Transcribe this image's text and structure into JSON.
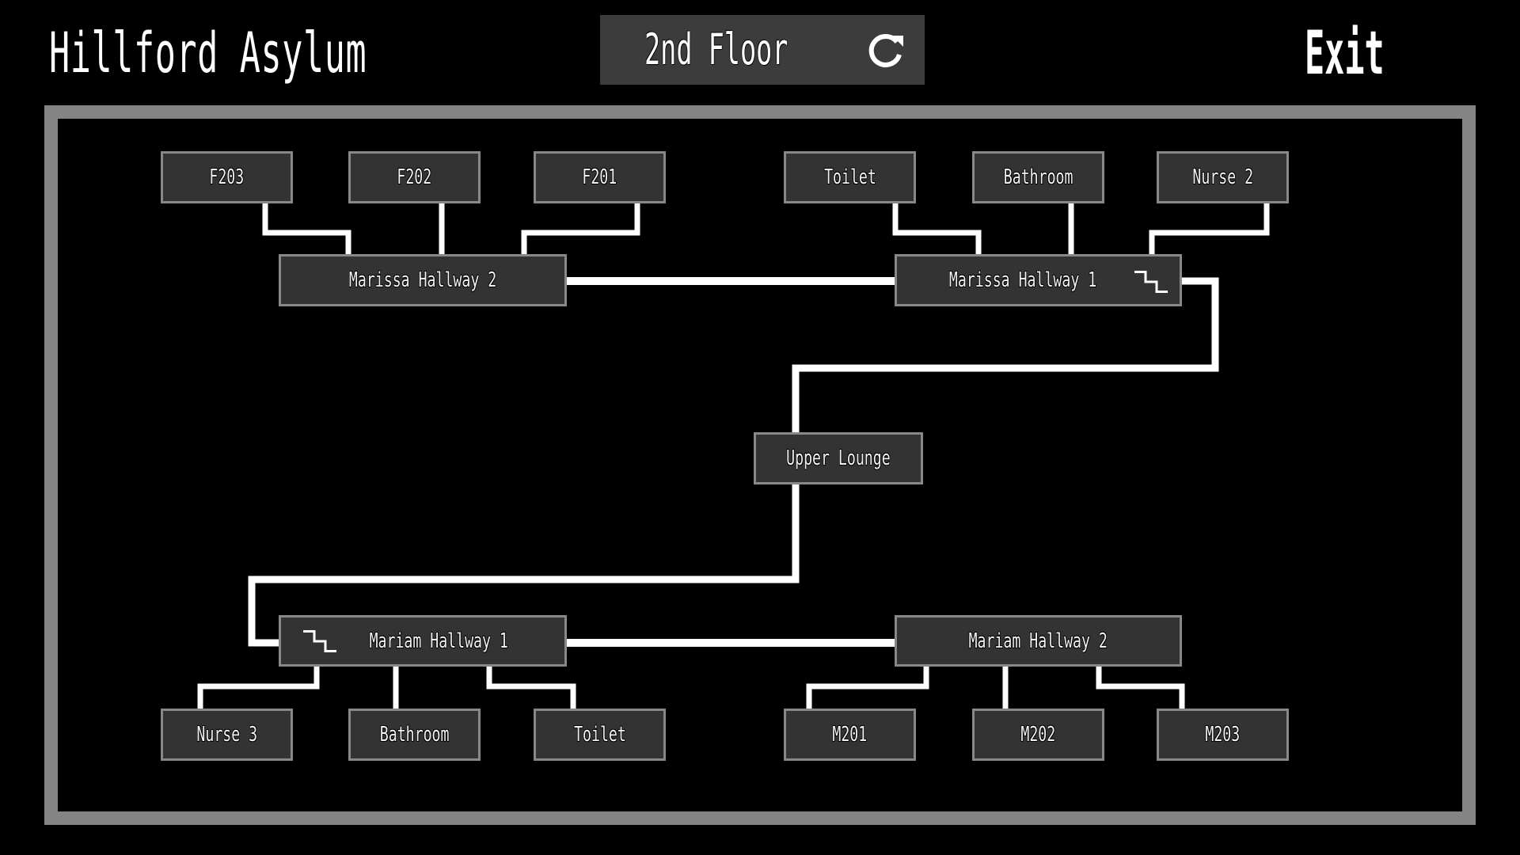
{
  "header": {
    "title": "Hillford Asylum",
    "floor_label": "2nd Floor",
    "refresh_icon": "refresh-icon",
    "exit_label": "Exit"
  },
  "colors": {
    "background": "#000000",
    "frame": "#848484",
    "node_fill": "#333333",
    "node_border": "#888888",
    "floor_box": "#3c3c3c",
    "connector": "#ffffff",
    "text": "#ffffff"
  },
  "map": {
    "rooms_top_left": [
      {
        "label": "F203"
      },
      {
        "label": "F202"
      },
      {
        "label": "F201"
      }
    ],
    "rooms_top_right": [
      {
        "label": "Toilet"
      },
      {
        "label": "Bathroom"
      },
      {
        "label": "Nurse 2"
      }
    ],
    "hallways": {
      "marissa_2": {
        "label": "Marissa Hallway 2"
      },
      "marissa_1": {
        "label": "Marissa Hallway 1",
        "icon": "stairs-icon"
      },
      "upper_lounge": {
        "label": "Upper Lounge"
      },
      "mariam_1": {
        "label": "Mariam Hallway 1",
        "icon": "stairs-icon"
      },
      "mariam_2": {
        "label": "Mariam Hallway 2"
      }
    },
    "rooms_bottom_left": [
      {
        "label": "Nurse 3"
      },
      {
        "label": "Bathroom"
      },
      {
        "label": "Toilet"
      }
    ],
    "rooms_bottom_right": [
      {
        "label": "M201"
      },
      {
        "label": "M202"
      },
      {
        "label": "M203"
      }
    ]
  }
}
